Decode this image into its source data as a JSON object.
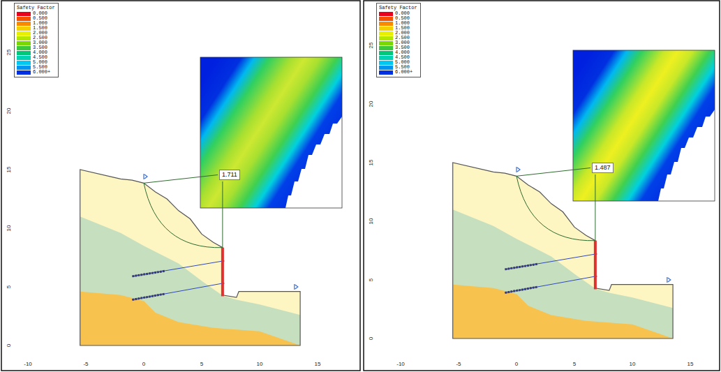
{
  "diagram": {
    "nodes": [
      {
        "text": [
          "1.711"
        ]
      },
      {
        "text": [
          "1.487"
        ]
      }
    ],
    "labels": [
      "Safety Factor",
      "25",
      "20",
      "15",
      "10",
      "5",
      "0",
      "-10",
      "-5",
      "0",
      "5",
      "10",
      "15",
      "Safety Factor",
      "25",
      "20",
      "15",
      "10",
      "5",
      "0",
      "-10",
      "-5",
      "0",
      "5",
      "10",
      "15"
    ],
    "legend": [
      {
        "text": "0.000",
        "color": "#e8001c"
      },
      {
        "text": "0.500",
        "color": "#f45000"
      },
      {
        "text": "1.000",
        "color": "#f88a00"
      },
      {
        "text": "1.500",
        "color": "#f5d000"
      },
      {
        "text": "2.000",
        "color": "#e6f000"
      },
      {
        "text": "2.500",
        "color": "#b4e600"
      },
      {
        "text": "3.000",
        "color": "#78d800"
      },
      {
        "text": "3.500",
        "color": "#3cc83c"
      },
      {
        "text": "4.000",
        "color": "#00c878"
      },
      {
        "text": "4.500",
        "color": "#00d2b4"
      },
      {
        "text": "5.000",
        "color": "#00c8f0"
      },
      {
        "text": "5.500",
        "color": "#0096f0"
      },
      {
        "text": "6.000+",
        "color": "#0030e0"
      },
      {
        "text": "0.000",
        "color": "#e8001c"
      },
      {
        "text": "0.500",
        "color": "#f45000"
      },
      {
        "text": "1.000",
        "color": "#f88a00"
      },
      {
        "text": "1.500",
        "color": "#f5d000"
      },
      {
        "text": "2.000",
        "color": "#e6f000"
      },
      {
        "text": "2.500",
        "color": "#b4e600"
      },
      {
        "text": "3.000",
        "color": "#78d800"
      },
      {
        "text": "3.500",
        "color": "#3cc83c"
      },
      {
        "text": "4.000",
        "color": "#00c878"
      },
      {
        "text": "4.500",
        "color": "#00d2b4"
      },
      {
        "text": "5.000",
        "color": "#00c8f0"
      },
      {
        "text": "5.500",
        "color": "#0096f0"
      },
      {
        "text": "6.000+",
        "color": "#0030e0"
      }
    ]
  }
}
